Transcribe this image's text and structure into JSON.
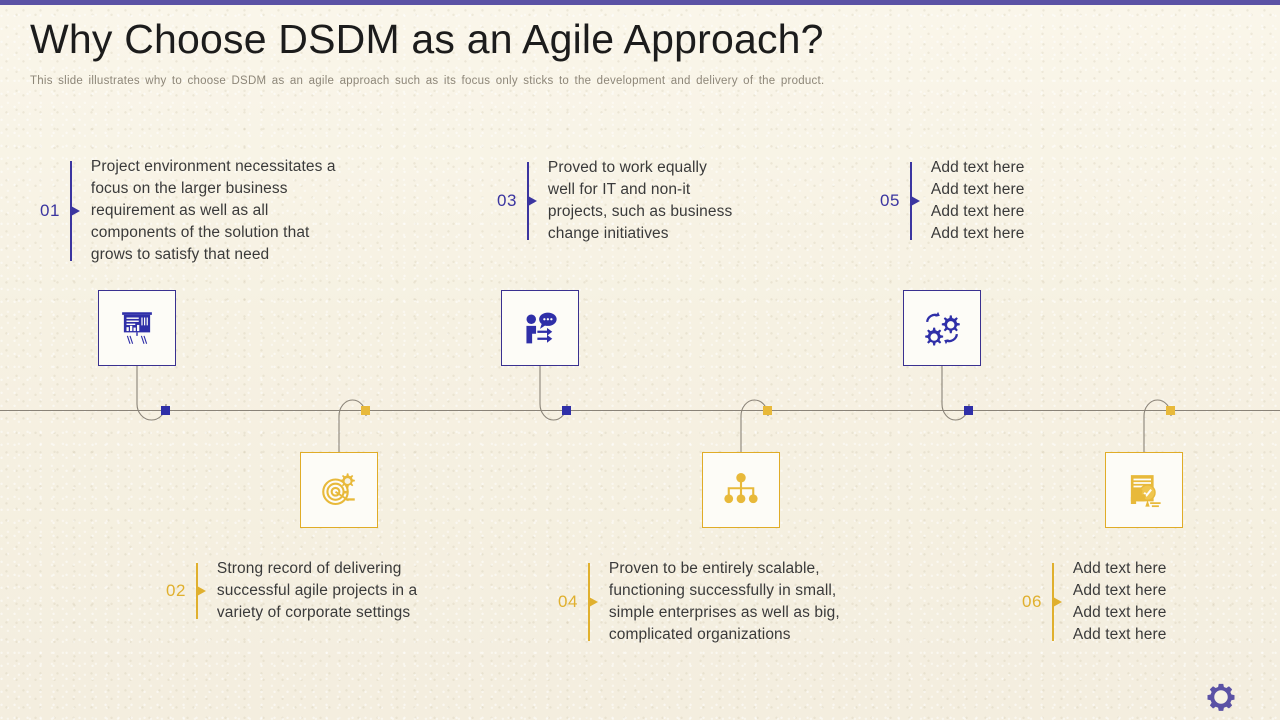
{
  "slide": {
    "title": "Why Choose DSDM as an Agile Approach?",
    "subtitle": "This slide illustrates why to choose DSDM as an agile approach such as its focus only sticks to the development  and delivery  of the product.",
    "accent_top_bar": "#5b52a5",
    "background": "#f7f2e4",
    "timeline_color": "#8a8378",
    "blue": "#3b35a0",
    "gold": "#e0b02e",
    "logo_icon": "gear-icon"
  },
  "items": [
    {
      "number": "01",
      "color": "blue",
      "position": "top",
      "icon": "presentation-board-chart-icon",
      "lines": [
        "Project environment necessitates a",
        "focus on the larger business",
        "requirement as well as all",
        "components of the solution that",
        "grows to satisfy that need"
      ]
    },
    {
      "number": "02",
      "color": "gold",
      "position": "bottom",
      "icon": "target-gear-icon",
      "lines": [
        "Strong record of delivering",
        "successful agile projects in a",
        "variety of corporate settings"
      ]
    },
    {
      "number": "03",
      "color": "blue",
      "position": "top",
      "icon": "person-speech-bubble-icon",
      "lines": [
        "Proved to work equally",
        "well for IT and non-it",
        "projects, such as business",
        "change initiatives"
      ]
    },
    {
      "number": "04",
      "color": "gold",
      "position": "bottom",
      "icon": "hierarchy-org-chart-icon",
      "lines": [
        "Proven to be entirely scalable,",
        "functioning successfully in small,",
        "simple enterprises as well as big,",
        "complicated organizations"
      ]
    },
    {
      "number": "05",
      "color": "blue",
      "position": "top",
      "icon": "gears-rotation-icon",
      "lines": [
        "Add text here",
        "Add text here",
        "Add text here",
        "Add text here"
      ]
    },
    {
      "number": "06",
      "color": "gold",
      "position": "bottom",
      "icon": "certificate-thumbs-up-icon",
      "lines": [
        "Add text here",
        "Add text here",
        "Add text here",
        "Add text here"
      ]
    }
  ]
}
